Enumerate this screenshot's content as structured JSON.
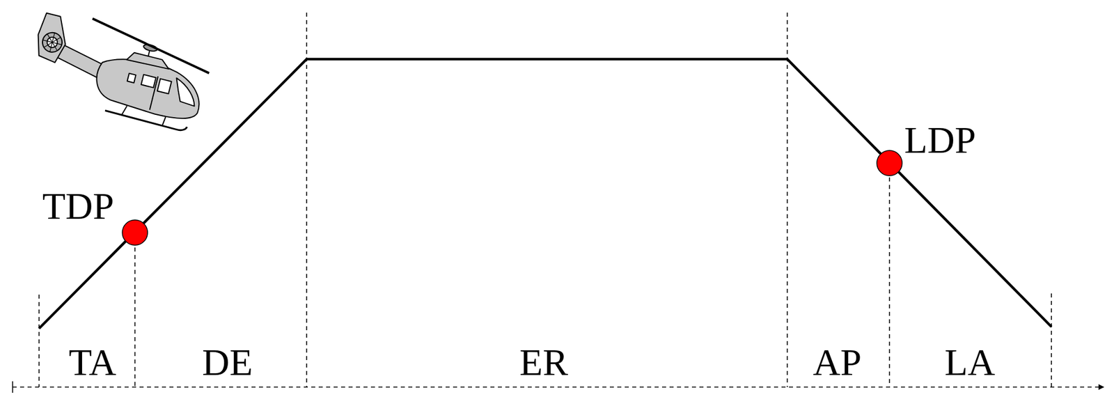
{
  "diagram": {
    "labels": [
      "TDP",
      "LDP",
      "TA",
      "DE",
      "ER",
      "AP",
      "LA"
    ]
  }
}
